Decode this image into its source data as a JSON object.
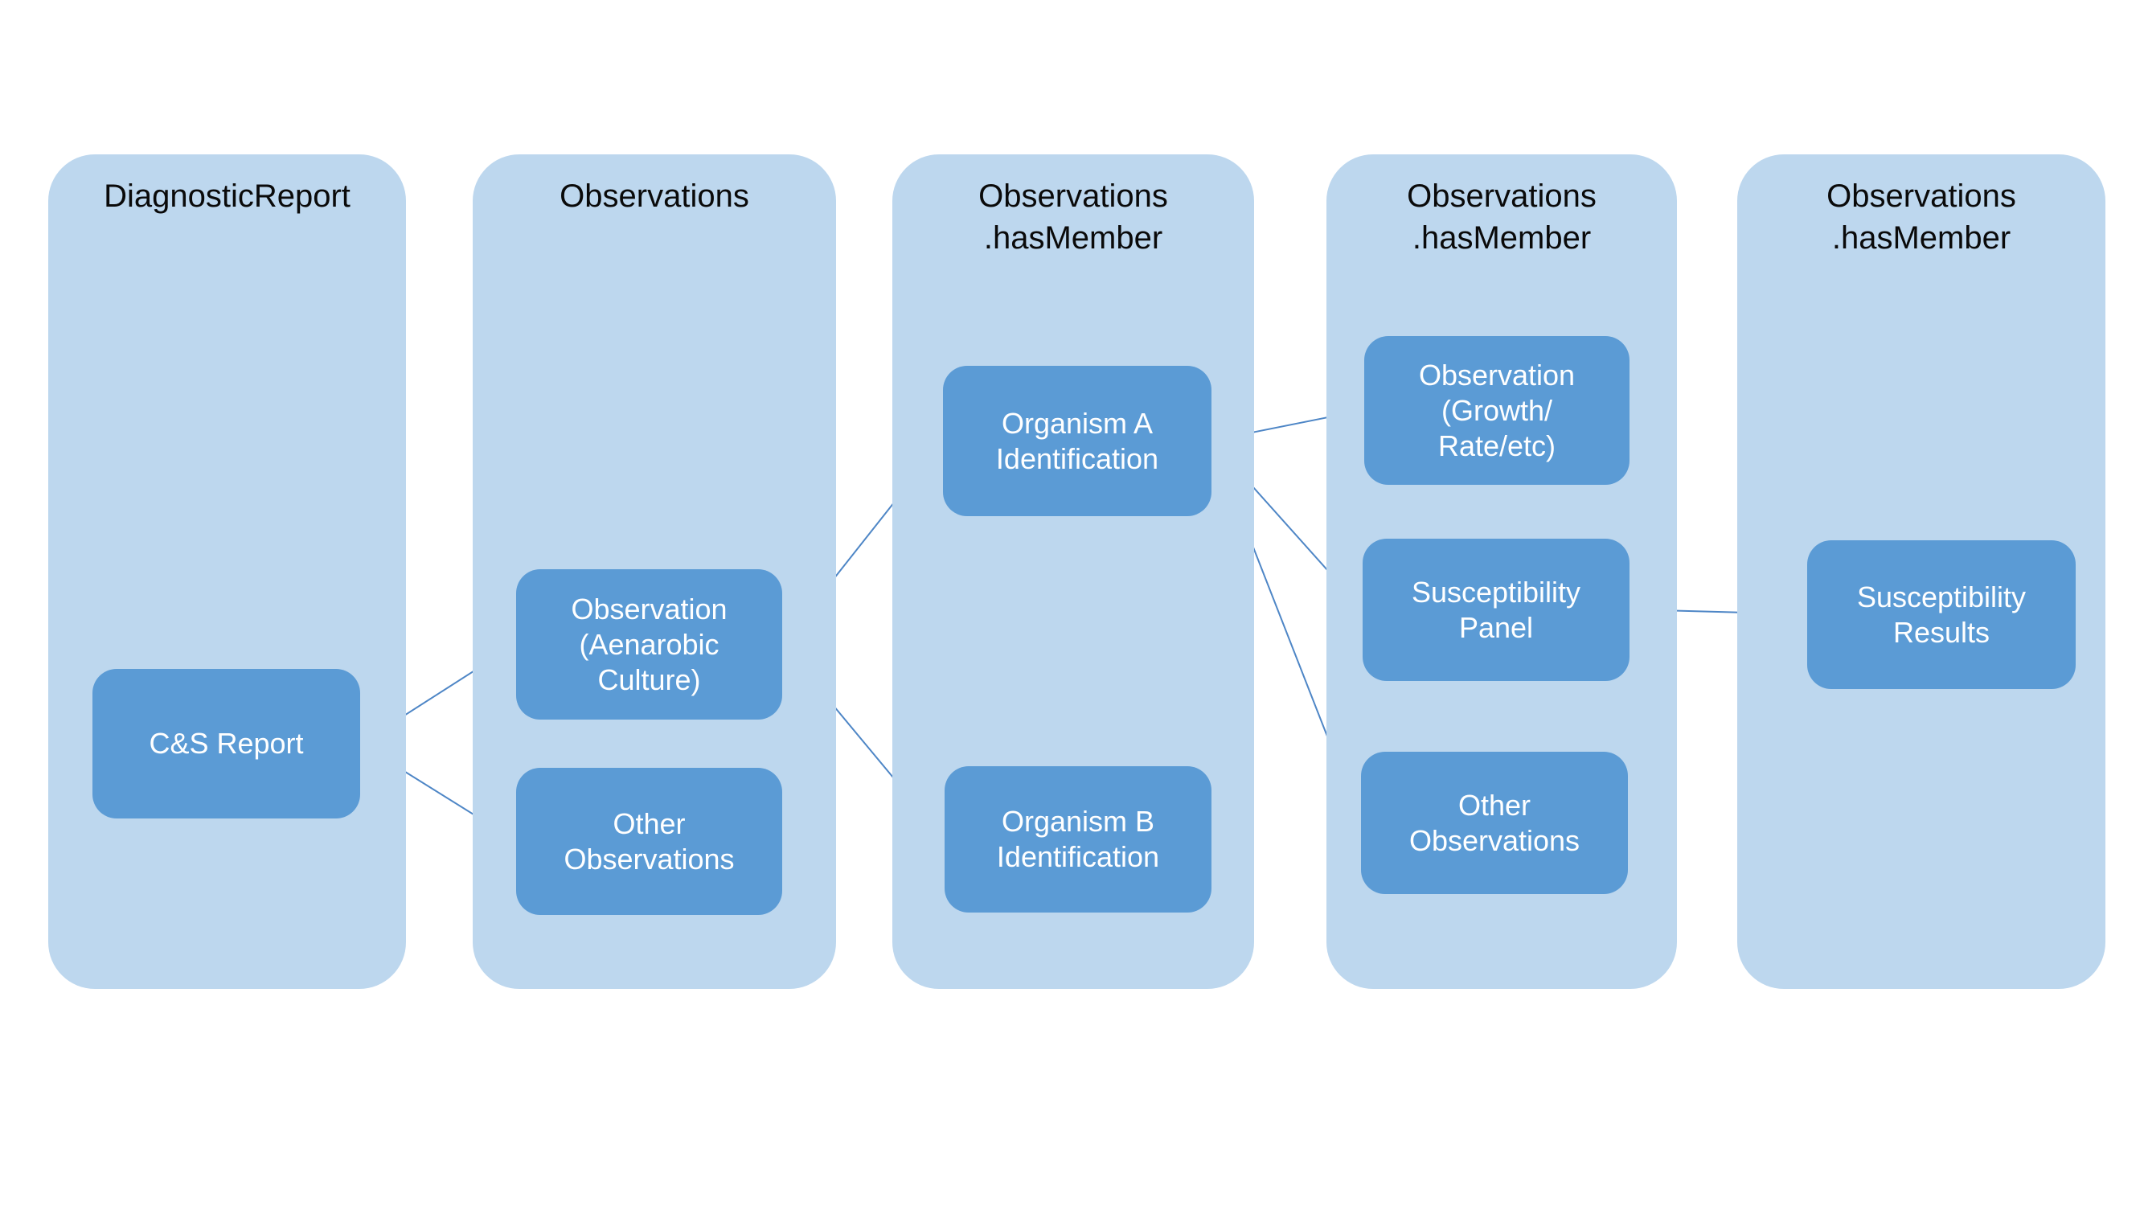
{
  "columns": [
    {
      "id": "diagnosticreport",
      "title_lines": [
        "DiagnosticReport"
      ]
    },
    {
      "id": "observations",
      "title_lines": [
        "Observations"
      ]
    },
    {
      "id": "observations-hasmember-1",
      "title_lines": [
        "Observations",
        ".hasMember"
      ]
    },
    {
      "id": "observations-hasmember-2",
      "title_lines": [
        "Observations",
        ".hasMember"
      ]
    },
    {
      "id": "observations-hasmember-3",
      "title_lines": [
        "Observations",
        ".hasMember"
      ]
    }
  ],
  "nodes": [
    {
      "id": "cs-report",
      "lines": [
        "C&S Report"
      ]
    },
    {
      "id": "observation-aenarobic",
      "lines": [
        "Observation",
        "(Aenarobic",
        "Culture)"
      ]
    },
    {
      "id": "other-observations-a",
      "lines": [
        "Other",
        "Observations"
      ]
    },
    {
      "id": "organism-a",
      "lines": [
        "Organism A",
        "Identification"
      ]
    },
    {
      "id": "organism-b",
      "lines": [
        "Organism B",
        "Identification"
      ]
    },
    {
      "id": "observation-growth",
      "lines": [
        "Observation",
        "(Growth/",
        "Rate/etc)"
      ]
    },
    {
      "id": "susceptibility-panel",
      "lines": [
        "Susceptibility",
        "Panel"
      ]
    },
    {
      "id": "other-observations-b",
      "lines": [
        "Other",
        "Observations"
      ]
    },
    {
      "id": "susceptibility-results",
      "lines": [
        "Susceptibility",
        "Results"
      ]
    }
  ],
  "edges": [
    {
      "from": "cs-report",
      "to": "observation-aenarobic"
    },
    {
      "from": "cs-report",
      "to": "other-observations-a"
    },
    {
      "from": "observation-aenarobic",
      "to": "organism-a"
    },
    {
      "from": "observation-aenarobic",
      "to": "organism-b"
    },
    {
      "from": "organism-a",
      "to": "observation-growth"
    },
    {
      "from": "organism-a",
      "to": "susceptibility-panel"
    },
    {
      "from": "organism-a",
      "to": "other-observations-b"
    },
    {
      "from": "susceptibility-panel",
      "to": "susceptibility-results"
    }
  ],
  "colors": {
    "column_fill": "#BDD7EE",
    "node_fill": "#5B9BD5",
    "connector": "#4E86C6",
    "title_text": "#0A0A0A",
    "node_text": "#FFFFFF"
  }
}
